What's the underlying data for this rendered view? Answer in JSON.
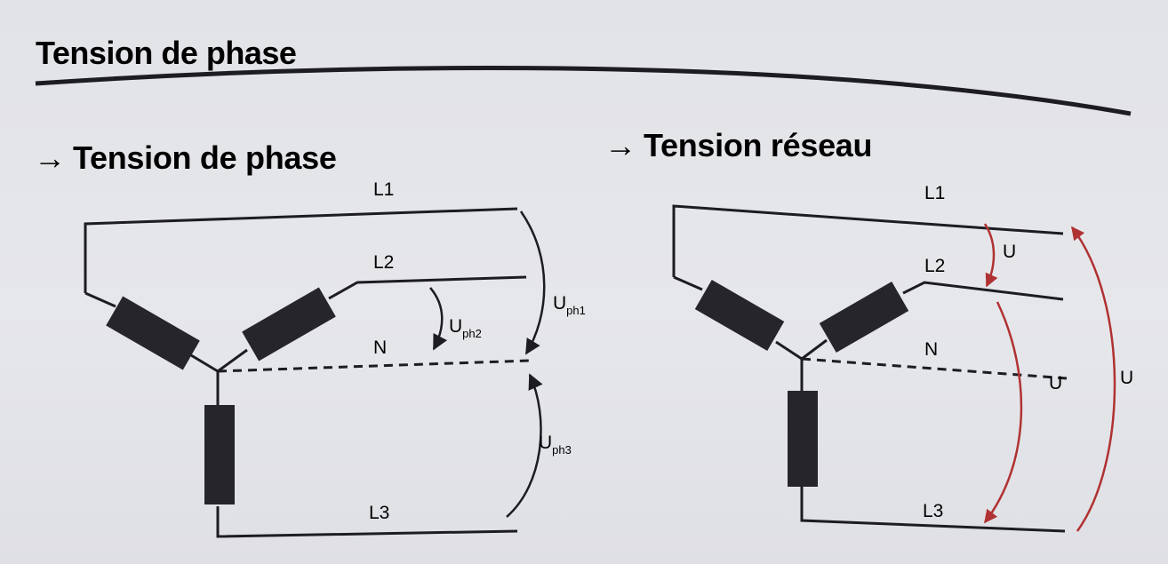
{
  "page_title": "Tension de phase",
  "left_section": {
    "arrow_symbol": "→",
    "title": "Tension de phase",
    "lines": {
      "l1": "L1",
      "l2": "L2",
      "n": "N",
      "l3": "L3"
    },
    "voltages": [
      {
        "main": "U",
        "sub": "ph1"
      },
      {
        "main": "U",
        "sub": "ph2"
      },
      {
        "main": "U",
        "sub": "ph3"
      }
    ]
  },
  "right_section": {
    "arrow_symbol": "→",
    "title": "Tension réseau",
    "lines": {
      "l1": "L1",
      "l2": "L2",
      "n": "N",
      "l3": "L3"
    },
    "voltages": [
      "U",
      "U",
      "U"
    ]
  },
  "colors": {
    "ink": "#1c1c22",
    "accent_red": "#b03232",
    "background": "#e4e5e9"
  }
}
